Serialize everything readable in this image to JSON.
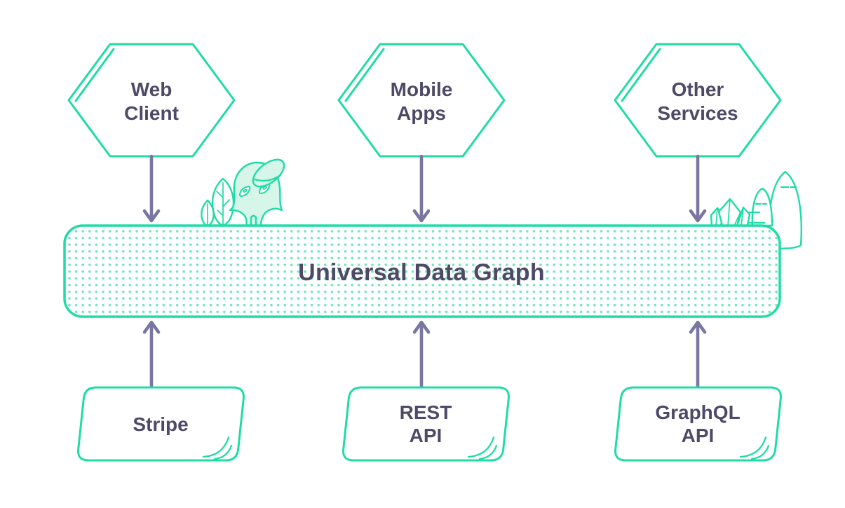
{
  "diagram": {
    "title": "Universal Data Graph",
    "colors": {
      "teal": "#1fdca6",
      "mint": "#d6f6ea",
      "ink": "#4e4967",
      "arrow": "#7b76a1",
      "dot": "#6fe7c0",
      "bg": "#ffffff"
    },
    "top_nodes": [
      {
        "id": "web-client",
        "line1": "Web",
        "line2": "Client"
      },
      {
        "id": "mobile-apps",
        "line1": "Mobile",
        "line2": "Apps"
      },
      {
        "id": "other-services",
        "line1": "Other",
        "line2": "Services"
      }
    ],
    "bottom_nodes": [
      {
        "id": "stripe",
        "line1": "Stripe",
        "line2": ""
      },
      {
        "id": "rest-api",
        "line1": "REST",
        "line2": "API"
      },
      {
        "id": "graphql-api",
        "line1": "GraphQL",
        "line2": "API"
      }
    ],
    "decor": {
      "left": "mask-creature-with-plants-illustration",
      "right": "crystals-and-rock-domes-illustration"
    }
  }
}
